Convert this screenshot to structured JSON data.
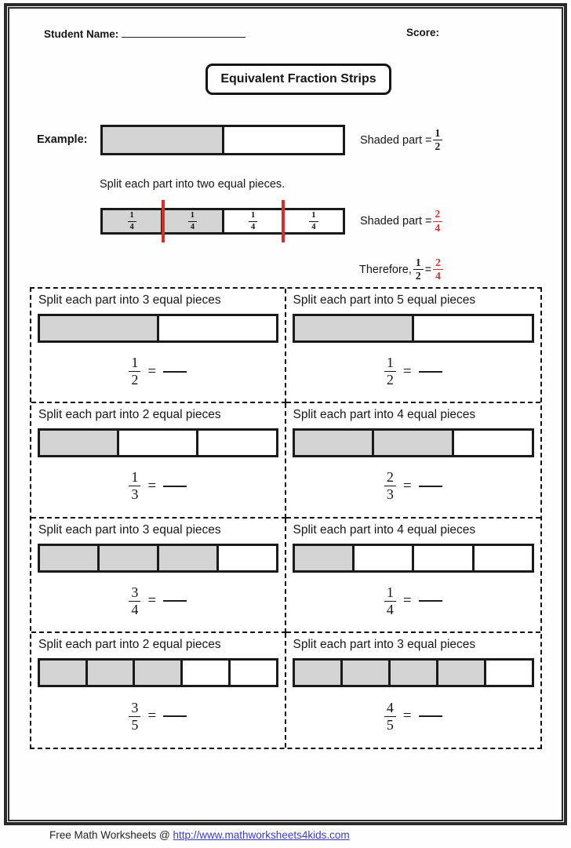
{
  "header": {
    "student_name_label": "Student Name:",
    "score_label": "Score:",
    "title": "Equivalent Fraction Strips"
  },
  "example": {
    "label": "Example:",
    "shaded_part_label": "Shaded part =",
    "strip1": {
      "parts": 2,
      "shaded": 1
    },
    "strip1_fraction": {
      "num": "1",
      "den": "2"
    },
    "split_instruction": "Split each part into two equal pieces.",
    "strip2": {
      "parts": 4,
      "shaded": 2,
      "segment_label": {
        "num": "1",
        "den": "4"
      },
      "split_lines_percent": [
        25,
        75
      ]
    },
    "strip2_fraction": {
      "num": "2",
      "den": "4"
    },
    "therefore_label": "Therefore,",
    "therefore_lhs": {
      "num": "1",
      "den": "2"
    },
    "therefore_rhs": {
      "num": "2",
      "den": "4"
    }
  },
  "problems": [
    {
      "prompt": "Split each part into 3 equal pieces",
      "strip": {
        "parts": 2,
        "shaded": 1
      },
      "fraction": {
        "num": "1",
        "den": "2"
      }
    },
    {
      "prompt": "Split each part into 5 equal pieces",
      "strip": {
        "parts": 2,
        "shaded": 1
      },
      "fraction": {
        "num": "1",
        "den": "2"
      }
    },
    {
      "prompt": "Split each part into 2 equal pieces",
      "strip": {
        "parts": 3,
        "shaded": 1
      },
      "fraction": {
        "num": "1",
        "den": "3"
      }
    },
    {
      "prompt": "Split each part into 4 equal pieces",
      "strip": {
        "parts": 3,
        "shaded": 2
      },
      "fraction": {
        "num": "2",
        "den": "3"
      }
    },
    {
      "prompt": "Split each part into 3 equal pieces",
      "strip": {
        "parts": 4,
        "shaded": 3
      },
      "fraction": {
        "num": "3",
        "den": "4"
      }
    },
    {
      "prompt": "Split each part into 4 equal pieces",
      "strip": {
        "parts": 4,
        "shaded": 1
      },
      "fraction": {
        "num": "1",
        "den": "4"
      }
    },
    {
      "prompt": "Split each part into 2 equal pieces",
      "strip": {
        "parts": 5,
        "shaded": 3
      },
      "fraction": {
        "num": "3",
        "den": "5"
      }
    },
    {
      "prompt": "Split each part into 3 equal pieces",
      "strip": {
        "parts": 5,
        "shaded": 4
      },
      "fraction": {
        "num": "4",
        "den": "5"
      }
    }
  ],
  "footer": {
    "text": "Free Math Worksheets @ ",
    "link": "http://www.mathworksheets4kids.com"
  },
  "colors": {
    "shaded_fill": "#d4d4d4",
    "strip_border": "#1a1a1a",
    "highlight_red": "#d42f2f",
    "link_blue": "#3a3ac8"
  }
}
